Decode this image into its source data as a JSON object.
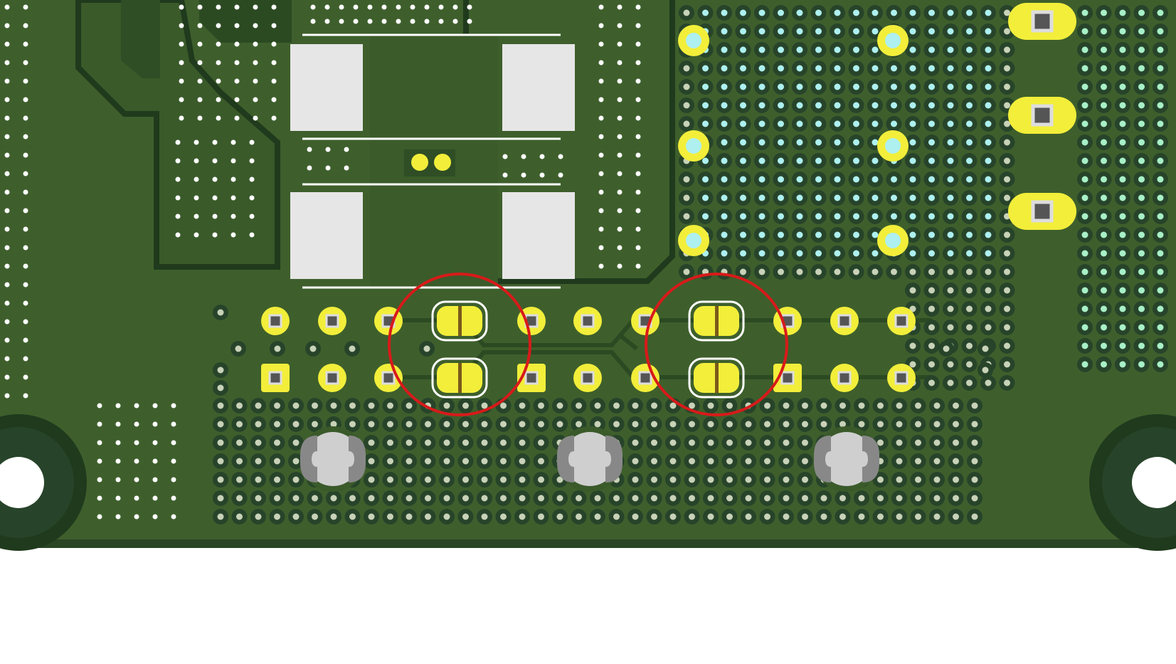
{
  "viewer": {
    "background": "#ffffff",
    "label": ""
  },
  "board": {
    "substrate_color": "#3e5f2c",
    "dark_copper_color": "#2c4a22",
    "mask_edge_color": "#1f3a1c",
    "silkscreen_color": "#ffffff",
    "via_ring_color": "#27442a",
    "via_hole_color": "#c8d2b8",
    "cyan_via_color": "#aef0f0",
    "pad_color": "#f2ee3a",
    "pad_hole_color": "#555555",
    "component_pad_color": "#e6e6e6",
    "standoff_color": "#cfcfcf",
    "highlight_color": "#d81a1a"
  },
  "components": {
    "large_pads": 4,
    "jumpers_highlighted": 4,
    "standoffs": 3,
    "mounting_holes": 2,
    "header_pins_right": 3
  },
  "annotations": {
    "highlight_circles": 2
  }
}
